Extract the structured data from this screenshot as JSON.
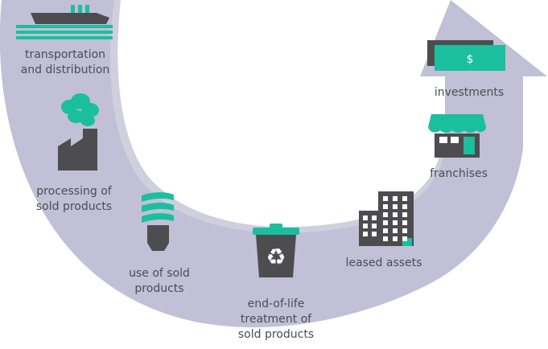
{
  "colors": {
    "arrow": "#c2c0d6",
    "arrow_dark": "#a9a7c3",
    "teal": "#1abf9f",
    "dark": "#4d4d4f",
    "text": "#4a4c55"
  },
  "items": [
    {
      "id": "transportation",
      "label": "transportation\nand distribution",
      "icon": "ship-icon"
    },
    {
      "id": "processing",
      "label": "processing of\nsold products",
      "icon": "factory-icon"
    },
    {
      "id": "use",
      "label": "use of sold\nproducts",
      "icon": "lightbulb-icon"
    },
    {
      "id": "end_of_life",
      "label": "end-of-life\ntreatment of\nsold products",
      "icon": "recycle-bin-icon"
    },
    {
      "id": "leased",
      "label": "leased assets",
      "icon": "office-building-icon"
    },
    {
      "id": "franchises",
      "label": "franchises",
      "icon": "storefront-icon"
    },
    {
      "id": "investments",
      "label": "investments",
      "icon": "money-icon",
      "symbol": "$"
    }
  ]
}
